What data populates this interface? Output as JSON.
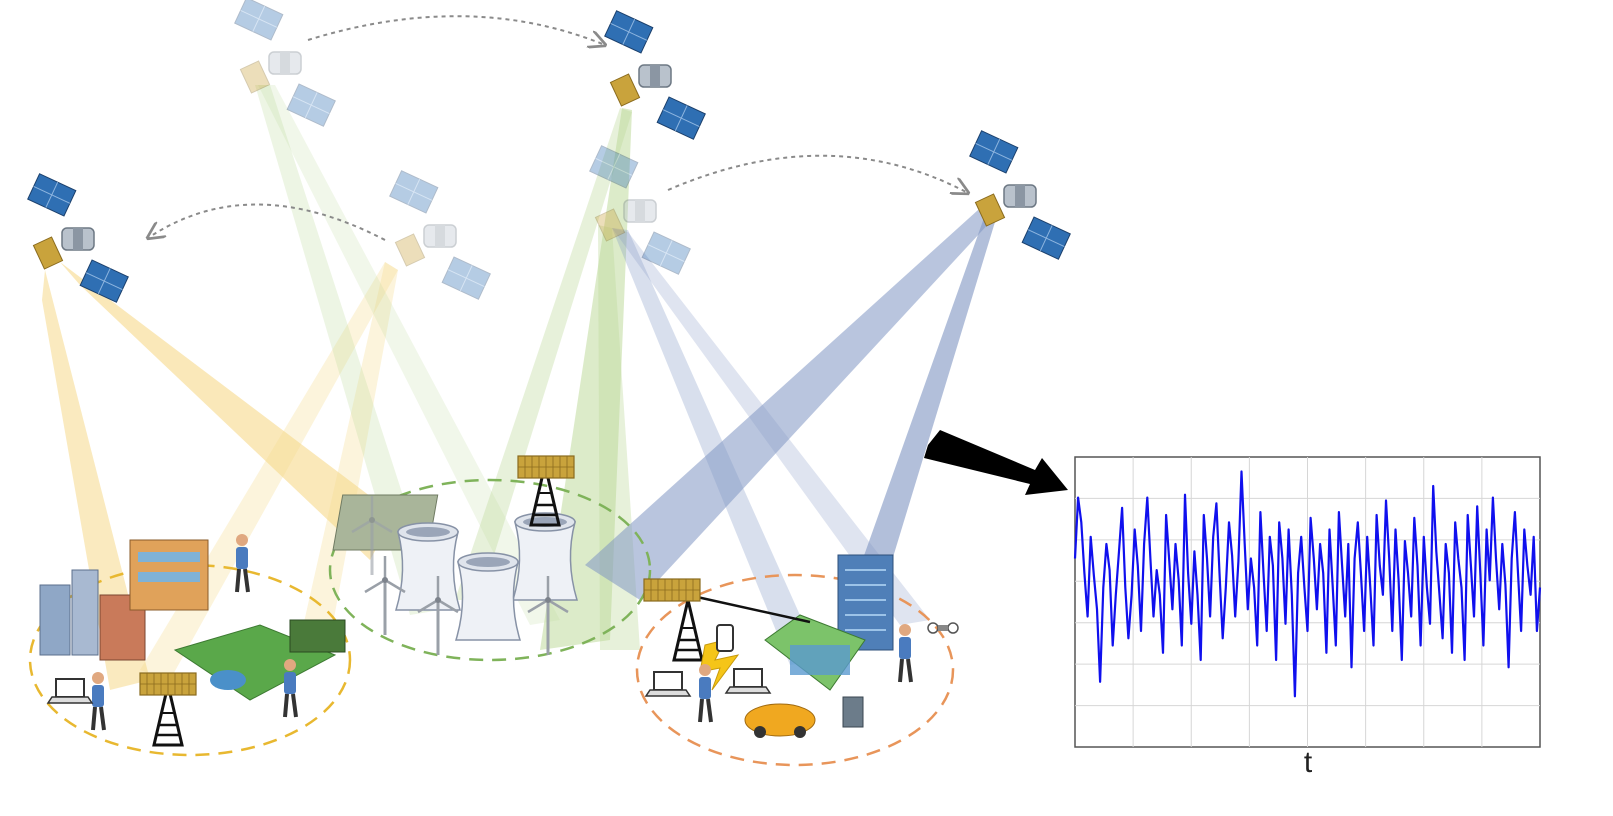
{
  "colors": {
    "beam_yellow": "#f6d98a",
    "beam_green": "#b9d894",
    "beam_blue": "#7f95c2",
    "ellipse_yellow": "#e8b830",
    "ellipse_green": "#7fb35a",
    "ellipse_orange": "#e8955a",
    "signal_line": "#1010ee",
    "arrow": "#000000",
    "solar_panel": "#2f6fb3",
    "antenna_panel": "#c9a33c"
  },
  "icons": {
    "satellite": "satellite-icon",
    "tower": "cell-tower-icon",
    "antenna": "antenna-array-icon",
    "cooling_tower": "cooling-tower-icon",
    "wind_turbine": "wind-turbine-icon",
    "building": "building-icon",
    "person": "person-icon",
    "laptop": "laptop-icon",
    "car": "car-icon",
    "truck": "truck-icon",
    "drone": "drone-icon"
  },
  "chart_data": {
    "type": "line",
    "xlabel": "t",
    "ylabel": "",
    "title": "",
    "grid": true,
    "ylim": [
      -1,
      1
    ],
    "series": [
      {
        "values": [
          0.3,
          0.72,
          0.55,
          0.2,
          -0.1,
          0.45,
          0.18,
          -0.05,
          -0.55,
          0.1,
          0.4,
          0.22,
          -0.3,
          0.05,
          0.35,
          0.65,
          0.1,
          -0.25,
          0.05,
          0.5,
          0.25,
          -0.2,
          0.4,
          0.72,
          0.3,
          -0.1,
          0.22,
          0.05,
          -0.35,
          0.6,
          0.28,
          -0.05,
          0.4,
          0.15,
          -0.3,
          0.74,
          0.2,
          -0.15,
          0.35,
          0.05,
          -0.4,
          0.6,
          0.3,
          -0.1,
          0.45,
          0.68,
          0.2,
          -0.25,
          0.1,
          0.55,
          0.32,
          -0.1,
          0.28,
          0.9,
          0.4,
          -0.05,
          0.3,
          0.1,
          -0.3,
          0.62,
          0.2,
          -0.2,
          0.45,
          0.25,
          -0.4,
          0.55,
          0.3,
          -0.15,
          0.5,
          0.05,
          -0.65,
          0.2,
          0.45,
          0.1,
          -0.2,
          0.58,
          0.3,
          -0.05,
          0.4,
          0.2,
          -0.35,
          0.5,
          0.12,
          -0.3,
          0.62,
          0.25,
          -0.1,
          0.4,
          -0.45,
          0.3,
          0.55,
          0.2,
          -0.2,
          0.45,
          0.1,
          -0.3,
          0.6,
          0.25,
          0.05,
          0.7,
          0.3,
          -0.2,
          0.5,
          0.15,
          -0.4,
          0.42,
          0.2,
          -0.1,
          0.58,
          0.25,
          -0.3,
          0.45,
          0.1,
          -0.15,
          0.8,
          0.35,
          0.05,
          -0.25,
          0.4,
          0.2,
          -0.35,
          0.55,
          0.3,
          0.1,
          -0.4,
          0.6,
          0.25,
          -0.1,
          0.66,
          0.2,
          -0.3,
          0.5,
          0.15,
          0.72,
          0.3,
          -0.05,
          0.4,
          0.12,
          -0.45,
          0.3,
          0.62,
          0.2,
          -0.2,
          0.5,
          0.25,
          0.05,
          0.45,
          -0.2,
          0.1
        ]
      }
    ]
  }
}
